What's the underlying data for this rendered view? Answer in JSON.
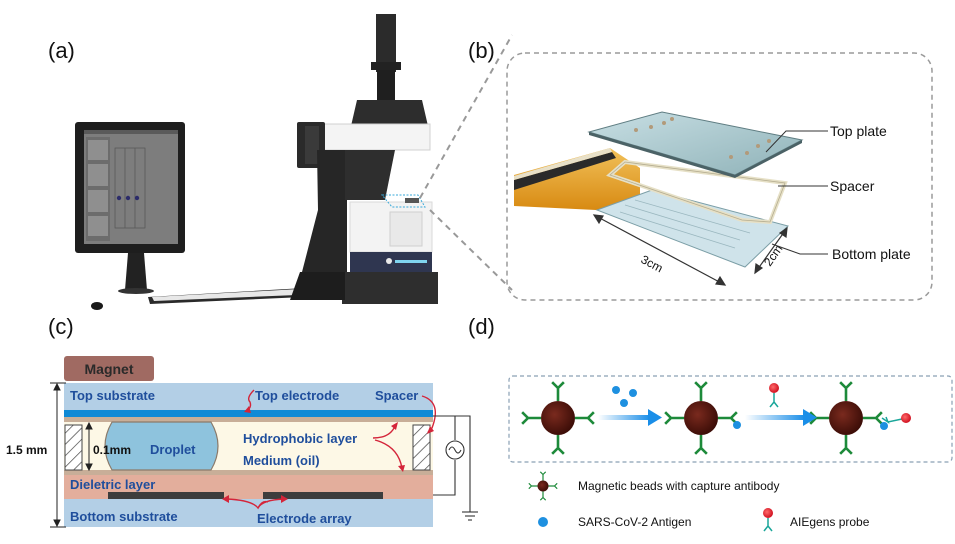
{
  "panels": {
    "a": {
      "label": "(a)"
    },
    "b": {
      "label": "(b)",
      "callouts": [
        "Top plate",
        "Spacer",
        "Bottom plate"
      ],
      "dimensions": {
        "length": "3cm",
        "width": "2cm"
      }
    },
    "c": {
      "label": "(c)",
      "magnet": "Magnet",
      "layers": {
        "top_substrate": "Top substrate",
        "top_electrode": "Top electrode",
        "spacer": "Spacer",
        "hydrophobic": "Hydrophobic layer",
        "medium": "Medium (oil)",
        "droplet": "Droplet",
        "dielectric": "Dieletric layer",
        "bottom_substrate": "Bottom substrate",
        "electrode_array": "Electrode array"
      },
      "dims": {
        "total": "1.5 mm",
        "gap": "0.1mm"
      }
    },
    "d": {
      "label": "(d)",
      "legend": {
        "bead": "Magnetic beads with capture antibody",
        "antigen": "SARS-CoV-2 Antigen",
        "probe": "AIEgens probe"
      }
    }
  },
  "colors": {
    "substrate": "#b3cfe6",
    "top_electrode": "#0f8ad6",
    "hydrophobic": "#c8ae98",
    "medium": "#fdf8e6",
    "droplet": "#8ec3dd",
    "dielectric": "#e3ae9c",
    "magnet": "#a06a62",
    "arrow_red": "#d4253a",
    "bead": "#5a1a12",
    "antibody": "#1d8a3a",
    "antigen": "#1e90e0",
    "probe_dot": "#e0202a",
    "probe_stem": "#1aa69a",
    "flow_arrow": "#1a8ee8"
  }
}
